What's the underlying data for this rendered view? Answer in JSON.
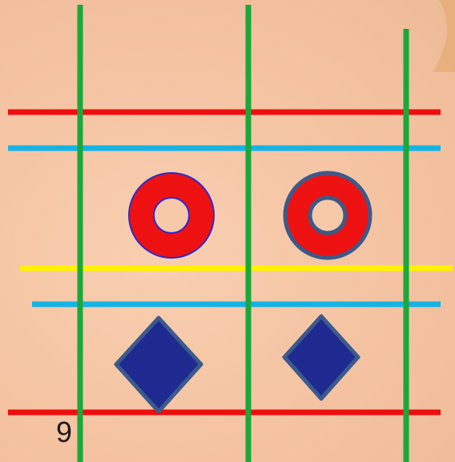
{
  "page_number": "9",
  "colors": {
    "background": "#f4c3a2",
    "green_line": "#1aa83a",
    "red_line": "#ee0e0e",
    "blue_line": "#14b4e6",
    "yellow_line": "#fff200",
    "ring_fill": "#ee1111",
    "ring_outline_left": "#2b2bd0",
    "ring_outline_right": "#3b5a8a",
    "diamond_fill": "#1f2a90",
    "diamond_outline": "#3c5a8c",
    "corner_decoration": "#d9a060"
  },
  "shapes": {
    "rings": [
      {
        "name": "ring-left",
        "outline_color_key": "ring_outline_left"
      },
      {
        "name": "ring-right",
        "outline_color_key": "ring_outline_right"
      }
    ],
    "diamonds": [
      {
        "name": "diamond-left"
      },
      {
        "name": "diamond-right"
      }
    ],
    "lines": {
      "vertical": [
        "green",
        "green",
        "green"
      ],
      "horizontal": [
        "red",
        "blue",
        "yellow",
        "blue",
        "red"
      ]
    }
  }
}
